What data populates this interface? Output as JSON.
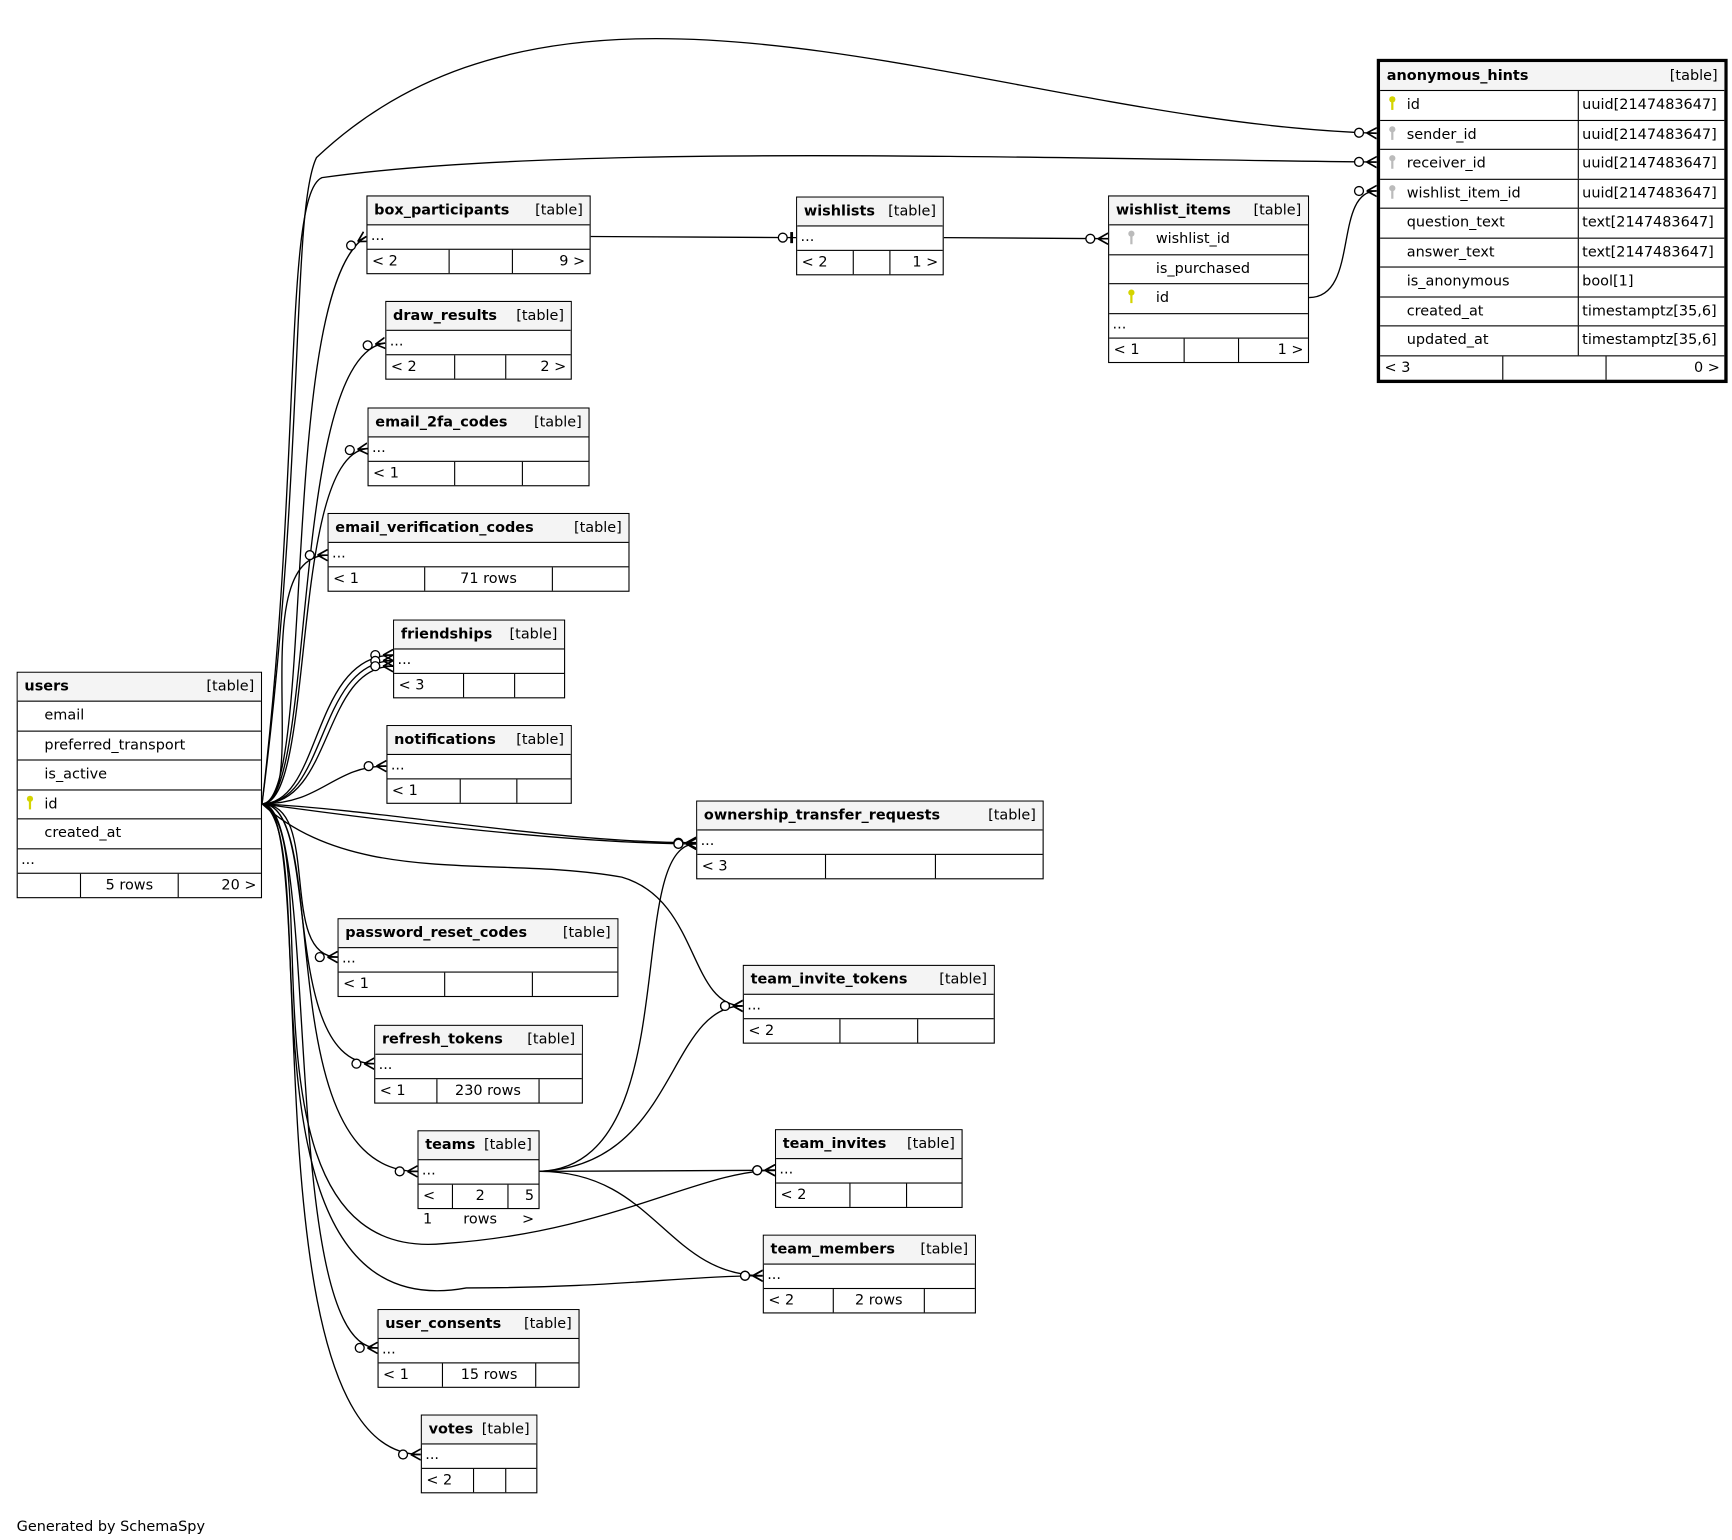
{
  "footer_note": "Generated by SchemaSpy",
  "table_label": "[table]",
  "colors": {
    "primary_key": "#d4d400",
    "foreign_key": "#bbbbbb",
    "header_bg": "#f4f4f4"
  },
  "tables": [
    {
      "name": "users",
      "columns": [
        {
          "name": "email"
        },
        {
          "name": "preferred_transport"
        },
        {
          "name": "is_active"
        },
        {
          "name": "id",
          "key": "primary"
        },
        {
          "name": "created_at"
        }
      ],
      "more": "...",
      "footer": [
        "",
        "5 rows",
        "20 >"
      ]
    },
    {
      "name": "anonymous_hints",
      "columns": [
        {
          "name": "id",
          "key": "primary",
          "type": "uuid[2147483647]"
        },
        {
          "name": "sender_id",
          "key": "foreign",
          "type": "uuid[2147483647]"
        },
        {
          "name": "receiver_id",
          "key": "foreign",
          "type": "uuid[2147483647]"
        },
        {
          "name": "wishlist_item_id",
          "key": "foreign",
          "type": "uuid[2147483647]"
        },
        {
          "name": "question_text",
          "type": "text[2147483647]"
        },
        {
          "name": "answer_text",
          "type": "text[2147483647]"
        },
        {
          "name": "is_anonymous",
          "type": "bool[1]"
        },
        {
          "name": "created_at",
          "type": "timestamptz[35,6]"
        },
        {
          "name": "updated_at",
          "type": "timestamptz[35,6]"
        }
      ],
      "footer": [
        "< 3",
        "",
        "0 >"
      ]
    },
    {
      "name": "box_participants",
      "columns": [],
      "more": "...",
      "footer": [
        "< 2",
        "",
        "9 >"
      ]
    },
    {
      "name": "wishlists",
      "columns": [],
      "more": "...",
      "footer": [
        "< 2",
        "",
        "1 >"
      ]
    },
    {
      "name": "wishlist_items",
      "columns": [
        {
          "name": "wishlist_id",
          "key": "foreign"
        },
        {
          "name": "is_purchased"
        },
        {
          "name": "id",
          "key": "primary"
        }
      ],
      "more": "...",
      "footer": [
        "< 1",
        "",
        "1 >"
      ]
    },
    {
      "name": "draw_results",
      "columns": [],
      "more": "...",
      "footer": [
        "< 2",
        "",
        "2 >"
      ]
    },
    {
      "name": "email_2fa_codes",
      "columns": [],
      "more": "...",
      "footer": [
        "< 1",
        "",
        ""
      ]
    },
    {
      "name": "email_verification_codes",
      "columns": [],
      "more": "...",
      "footer": [
        "< 1",
        "71 rows",
        ""
      ]
    },
    {
      "name": "friendships",
      "columns": [],
      "more": "...",
      "footer": [
        "< 3",
        "",
        ""
      ]
    },
    {
      "name": "notifications",
      "columns": [],
      "more": "...",
      "footer": [
        "< 1",
        "",
        ""
      ]
    },
    {
      "name": "ownership_transfer_requests",
      "columns": [],
      "more": "...",
      "footer": [
        "< 3",
        "",
        ""
      ]
    },
    {
      "name": "password_reset_codes",
      "columns": [],
      "more": "...",
      "footer": [
        "< 1",
        "",
        ""
      ]
    },
    {
      "name": "refresh_tokens",
      "columns": [],
      "more": "...",
      "footer": [
        "< 1",
        "230 rows",
        ""
      ]
    },
    {
      "name": "team_invite_tokens",
      "columns": [],
      "more": "...",
      "footer": [
        "< 2",
        "",
        ""
      ]
    },
    {
      "name": "teams",
      "columns": [],
      "more": "...",
      "footer": [
        "< 1",
        "2 rows",
        "5 >"
      ]
    },
    {
      "name": "team_invites",
      "columns": [],
      "more": "...",
      "footer": [
        "< 2",
        "",
        ""
      ]
    },
    {
      "name": "team_members",
      "columns": [],
      "more": "...",
      "footer": [
        "< 2",
        "2 rows",
        ""
      ]
    },
    {
      "name": "user_consents",
      "columns": [],
      "more": "...",
      "footer": [
        "< 1",
        "15 rows",
        ""
      ]
    },
    {
      "name": "votes",
      "columns": [],
      "more": "...",
      "footer": [
        "< 2",
        "",
        ""
      ]
    }
  ]
}
